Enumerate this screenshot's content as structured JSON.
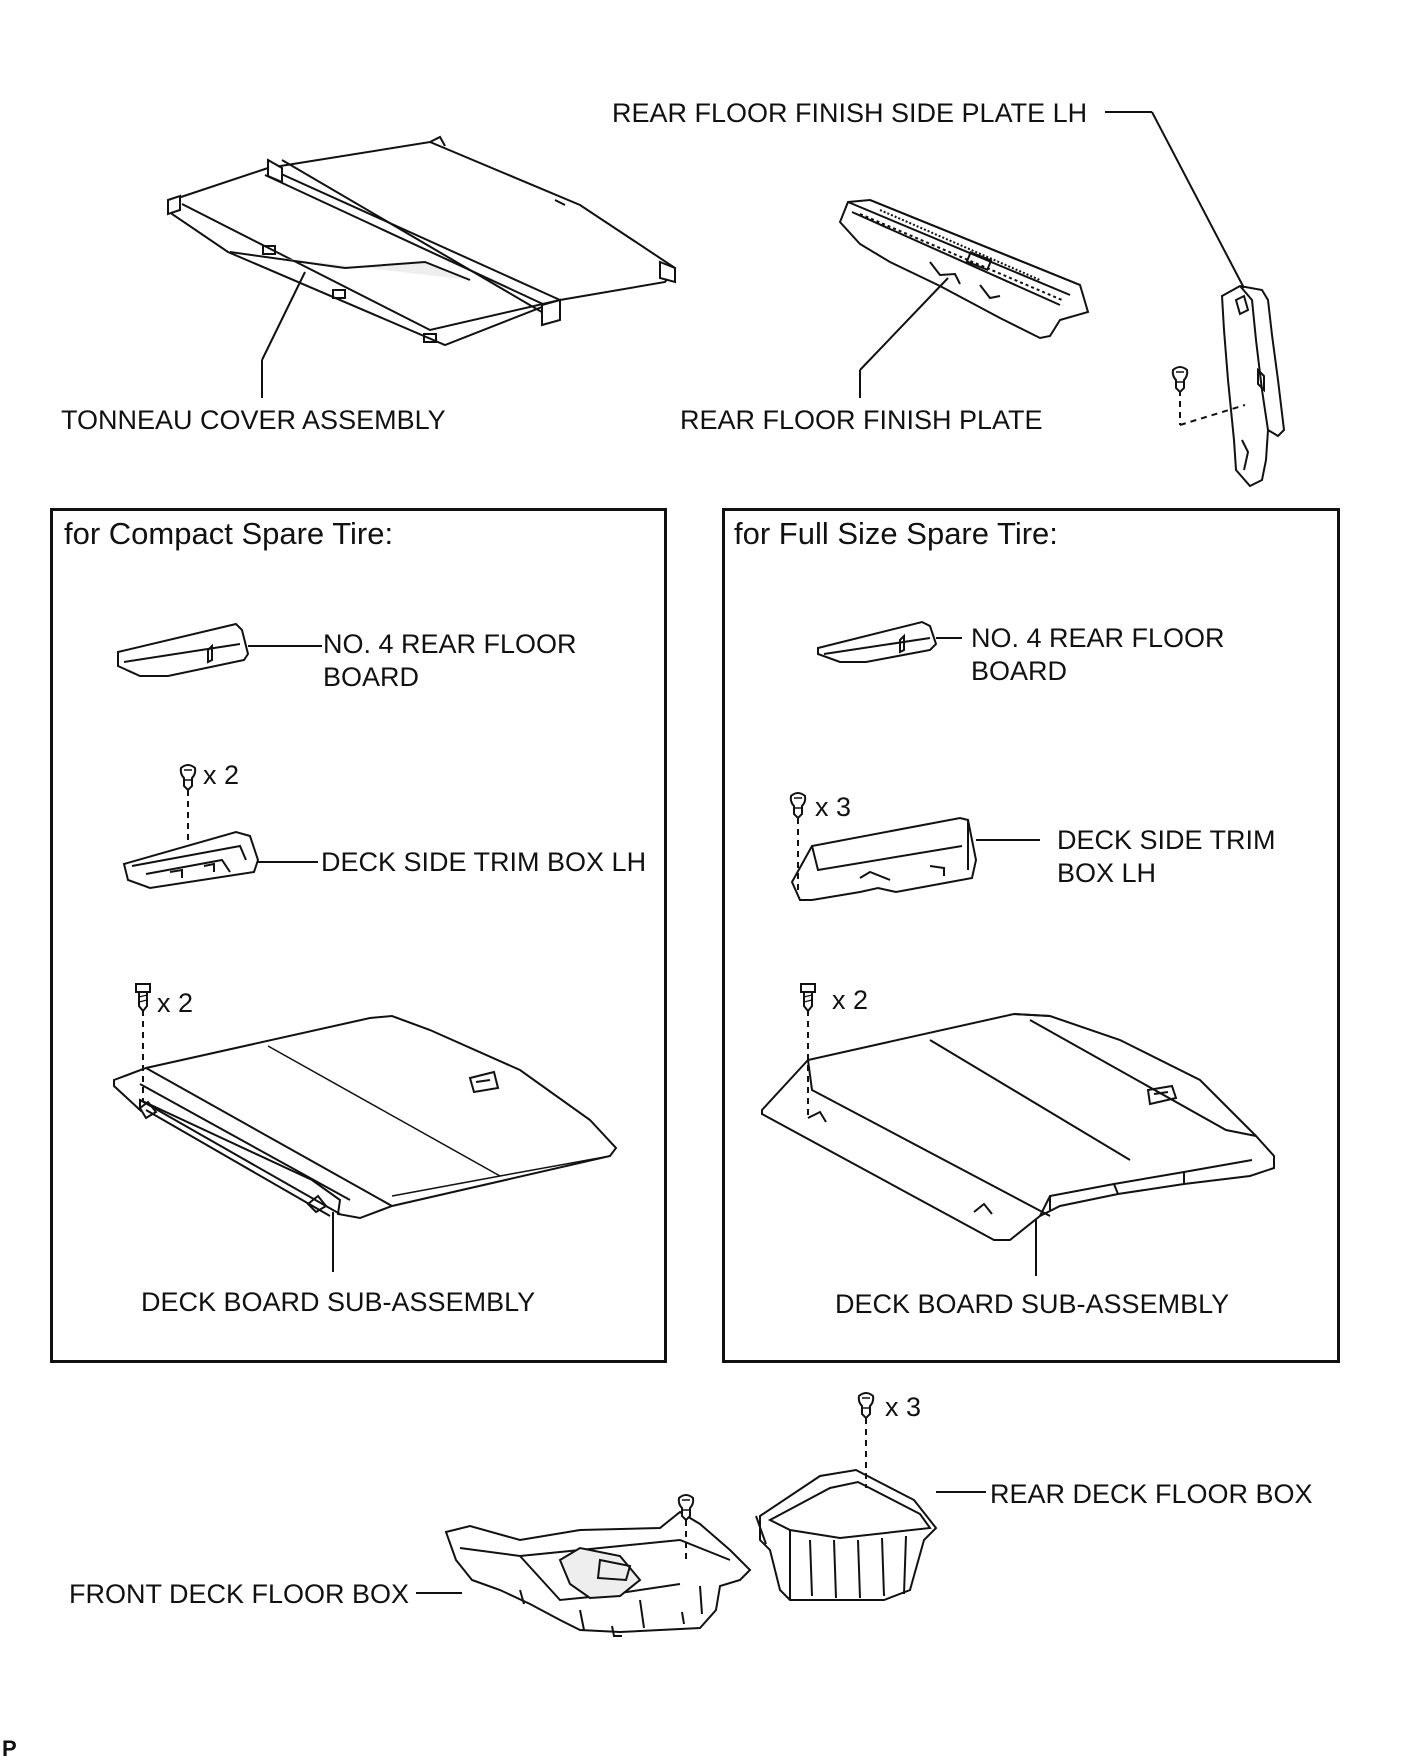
{
  "labels": {
    "rear_floor_finish_side_plate_lh": "REAR FLOOR FINISH SIDE PLATE LH",
    "tonneau_cover_assembly": "TONNEAU COVER ASSEMBLY",
    "rear_floor_finish_plate": "REAR FLOOR FINISH PLATE",
    "rear_deck_floor_box": "REAR DECK FLOOR BOX",
    "front_deck_floor_box": "FRONT DECK FLOOR BOX"
  },
  "compact_box": {
    "title": "for Compact Spare Tire:",
    "no4_board_line1": "NO. 4 REAR FLOOR",
    "no4_board_line2": "BOARD",
    "trim_box": "DECK SIDE TRIM BOX LH",
    "trim_qty": "x 2",
    "deck_board": "DECK BOARD SUB-ASSEMBLY",
    "deck_qty": "x 2"
  },
  "full_box": {
    "title": "for Full Size Spare Tire:",
    "no4_board_line1": "NO. 4 REAR FLOOR",
    "no4_board_line2": "BOARD",
    "trim_box_line1": "DECK SIDE TRIM",
    "trim_box_line2": "BOX LH",
    "trim_qty": "x 3",
    "deck_board": "DECK BOARD SUB-ASSEMBLY",
    "deck_qty": "x 2"
  },
  "rear_box_qty": "x 3",
  "page_code": "P",
  "icons": [
    "clip-icon",
    "screw-icon"
  ]
}
